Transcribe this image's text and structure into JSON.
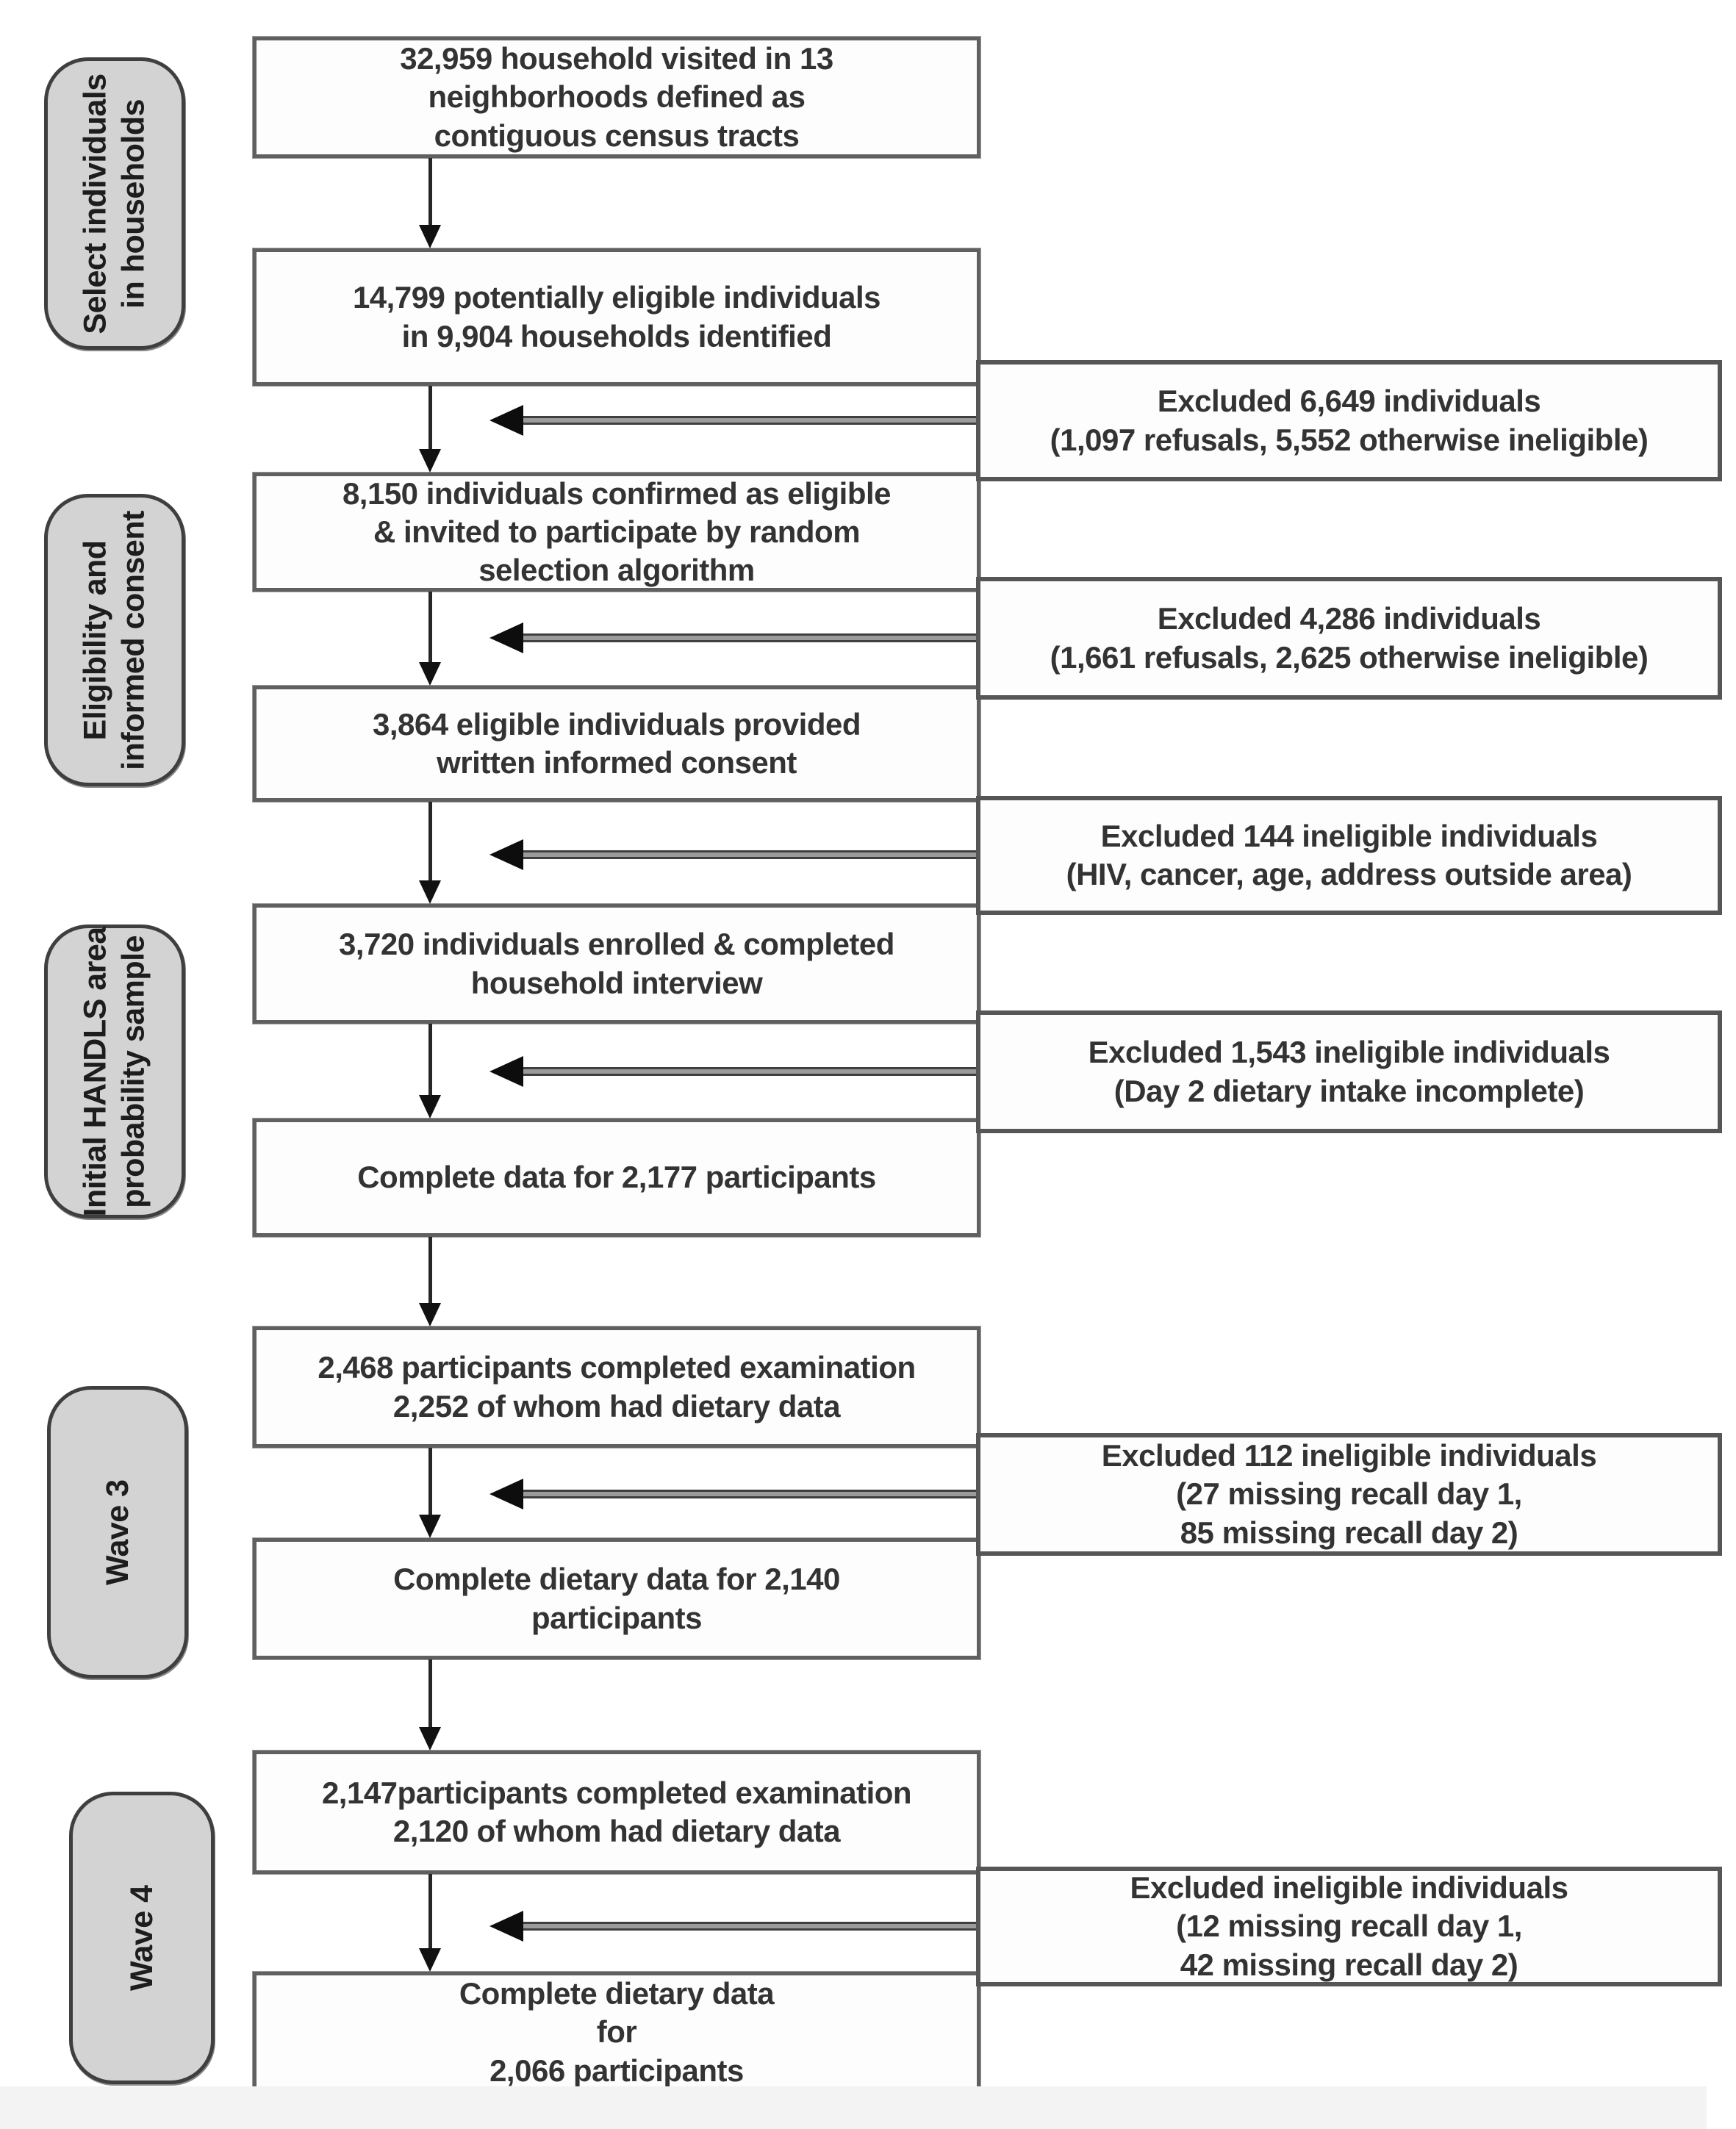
{
  "figure": {
    "type": "participant-flow-diagram",
    "side_labels": {
      "select_individuals": "Select individuals\nin households",
      "eligibility": "Eligibility and\ninformed consent",
      "initial_handls": "Initial HANDLS area\nprobability sample",
      "wave3": "Wave 3",
      "wave4": "Wave 4"
    },
    "boxes": {
      "households_visited": "32,959 household visited in 13\nneighborhoods defined as\ncontiguous census tracts",
      "potentially_eligible": "14,799 potentially eligible individuals\nin 9,904 households identified",
      "confirmed_eligible": "8,150 individuals confirmed as eligible\n& invited to participate by random\nselection algorithm",
      "provided_consent": "3,864 eligible individuals provided\nwritten informed consent",
      "enrolled_interview": "3,720 individuals enrolled & completed\nhousehold interview",
      "complete_data_2177": "Complete data for 2,177 participants",
      "wave3_examination": "2,468 participants completed examination\n2,252 of whom had dietary data",
      "wave3_dietary_complete": "Complete dietary data for 2,140\nparticipants",
      "wave4_examination": "2,147participants completed examination\n2,120 of whom had dietary data",
      "wave4_dietary_complete": "Complete dietary data\nfor\n2,066 participants"
    },
    "exclusions": {
      "excluded_6649": "Excluded 6,649 individuals\n(1,097 refusals, 5,552 otherwise ineligible)",
      "excluded_4286": "Excluded 4,286 individuals\n(1,661 refusals, 2,625 otherwise ineligible)",
      "excluded_144": "Excluded 144 ineligible individuals\n(HIV, cancer, age, address outside area)",
      "excluded_1543": "Excluded 1,543 ineligible individuals\n(Day 2 dietary intake incomplete)",
      "excluded_112": "Excluded 112 ineligible individuals\n(27 missing recall day 1,\n85 missing recall day 2)",
      "excluded_wave4": "Excluded ineligible individuals\n(12 missing recall day 1,\n42 missing recall day 2)"
    },
    "colors": {
      "box_fill": "#fdfdfd",
      "box_border": "#606060",
      "pill_fill": "#d3d3d3",
      "pill_border": "#3f3f3f",
      "text": "#333333",
      "arrow_black": "#111111",
      "arrow_gray_line": "#9b9b9b",
      "background": "#ffffff"
    }
  }
}
